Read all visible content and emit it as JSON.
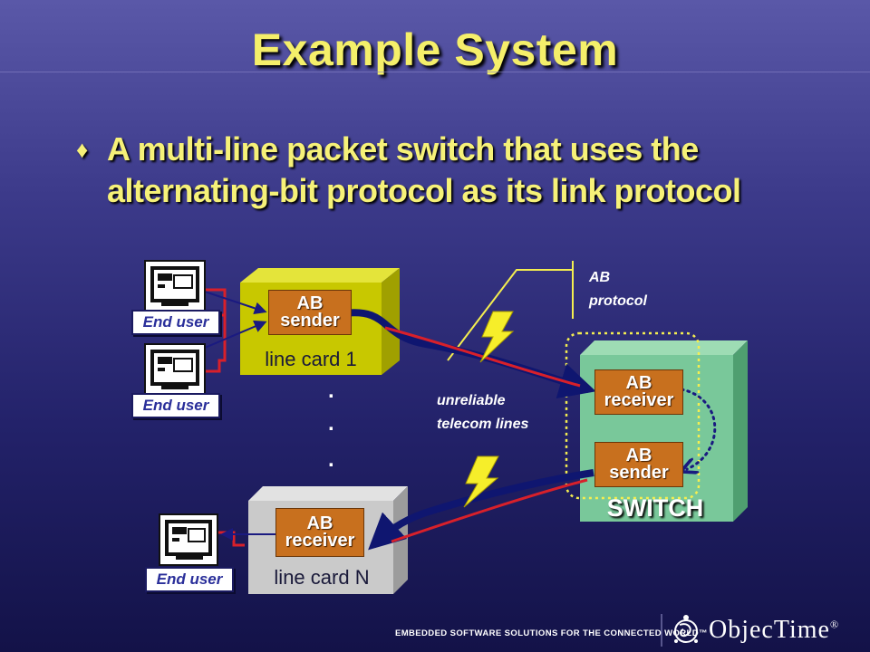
{
  "slide": {
    "title": "Example System",
    "bullet": "A multi-line packet switch that uses the alternating-bit protocol as its link protocol"
  },
  "diagram": {
    "line_card_1": {
      "label": "line card 1",
      "box_top": "AB",
      "box_bottom": "sender"
    },
    "line_card_n": {
      "label": "line card N",
      "box_top": "AB",
      "box_bottom": "receiver"
    },
    "switch": {
      "label": "SWITCH",
      "receiver_top": "AB",
      "receiver_bottom": "receiver",
      "sender_top": "AB",
      "sender_bottom": "sender"
    },
    "end_users": [
      "End user",
      "End user",
      "End user"
    ],
    "protocol_label": {
      "line1": "AB",
      "line2": "protocol"
    },
    "lines_label": {
      "line1": "unreliable",
      "line2": "telecom lines"
    },
    "ellipsis": [
      ".",
      ".",
      "."
    ],
    "colors": {
      "line_card_1": "#c8c800",
      "line_card_n": "#cacaca",
      "switch": "#79c89a",
      "ab_box": "#c8701e",
      "link_blue": "#0f1670",
      "link_red": "#d8202a",
      "bolt": "#f6ee2a"
    }
  },
  "footer": {
    "tagline": "EMBEDDED SOFTWARE SOLUTIONS FOR THE CONNECTED WORLD™",
    "brand": "ObjecTime",
    "brand_mark": "®",
    "logo_icon": "objectime-swirl-logo"
  }
}
